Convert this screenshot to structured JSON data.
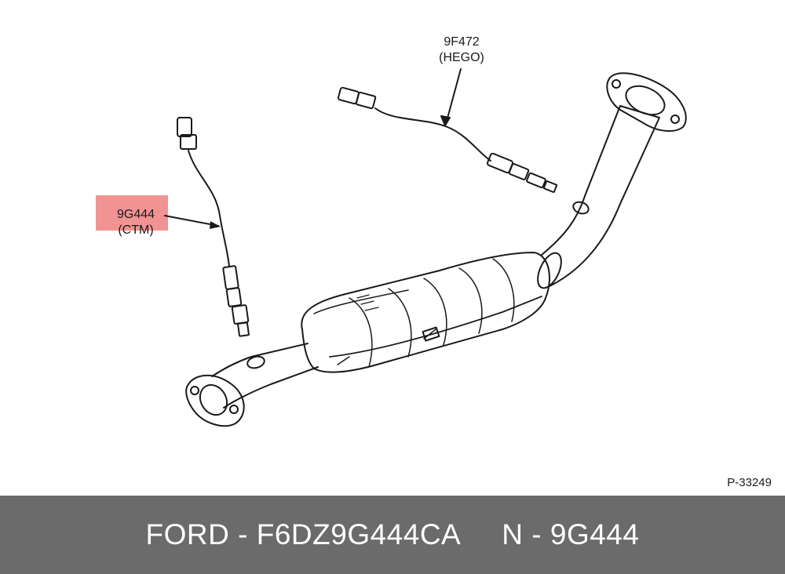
{
  "callouts": [
    {
      "part": "9F472",
      "desc": "(HEGO)"
    },
    {
      "part": "9G444",
      "desc": "(CTM)",
      "highlighted": true
    }
  ],
  "reference_code": "P-33249",
  "footer": {
    "brand": "FORD",
    "dash1": "-",
    "oem_number": "F6DZ9G444CA",
    "prefix": "N",
    "dash2": "-",
    "part_number": "9G444"
  },
  "colors": {
    "line": "#1a1a1a",
    "highlight": "#f08080",
    "footer_bg": "#6b6b6b",
    "footer_text": "#ffffff"
  }
}
